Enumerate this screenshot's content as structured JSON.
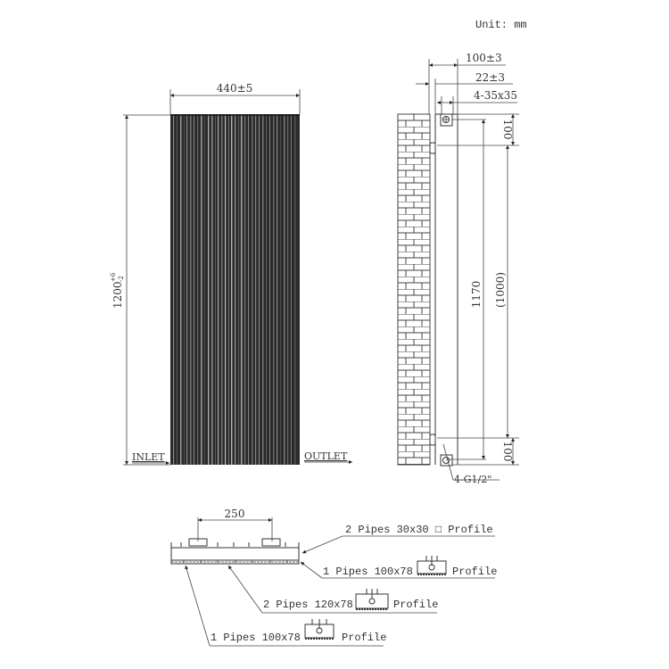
{
  "unit_label": "Unit: mm",
  "front_view": {
    "width_dim": "440±5",
    "height_dim": "1200",
    "height_tol_upper": "+6",
    "height_tol_lower": "-2",
    "inlet_label": "INLET",
    "outlet_label": "OUTLET"
  },
  "side_view": {
    "depth_dim": "100±3",
    "wall_gap_dim": "22±3",
    "bracket_dim": "4-35x35",
    "top_offset_dim": "100",
    "bottom_offset_dim": "100",
    "pipe_centers_dim": "1170",
    "bracket_spacing_dim": "(1000)",
    "connection_label": "4-G1/2\""
  },
  "section_view": {
    "spacing_dim": "250",
    "callouts": [
      {
        "text": "2 Pipes 30x30 □ Profile"
      },
      {
        "prefix": "1 Pipes 100x78",
        "suffix": "Profile"
      },
      {
        "prefix": "2 Pipes 120x78",
        "suffix": "Profile"
      },
      {
        "prefix": "1 Pipes 100x78",
        "suffix": "Profile"
      }
    ]
  },
  "colors": {
    "line": "#333333",
    "panel_dark": "#2a2a2a",
    "panel_light": "#8a8a8a",
    "brick": "#444444"
  }
}
